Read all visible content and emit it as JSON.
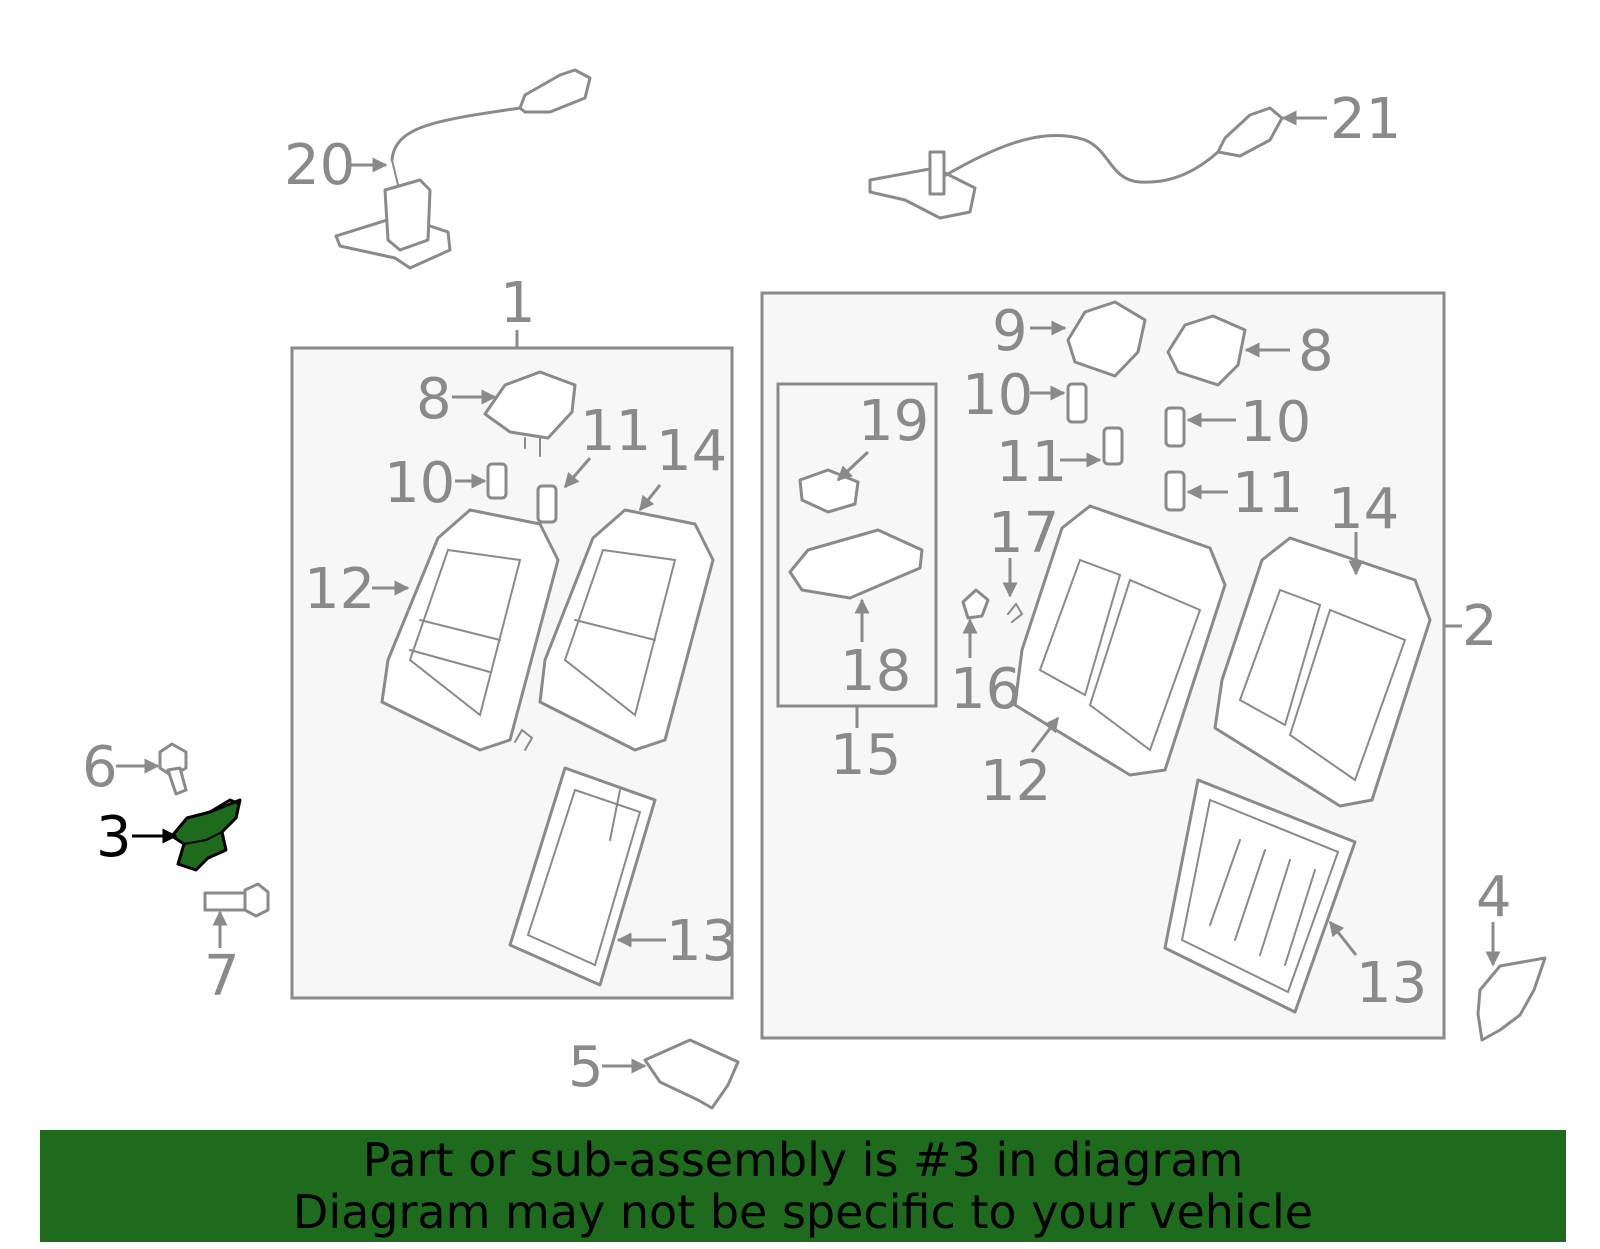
{
  "callouts": {
    "c1": "1",
    "c2": "2",
    "c3": "3",
    "c4": "4",
    "c5": "5",
    "c6": "6",
    "c7": "7",
    "c8a": "8",
    "c8b": "8",
    "c9": "9",
    "c10a": "10",
    "c10b": "10",
    "c10c": "10",
    "c11a": "11",
    "c11b": "11",
    "c11c": "11",
    "c12a": "12",
    "c12b": "12",
    "c13a": "13",
    "c13b": "13",
    "c14a": "14",
    "c14b": "14",
    "c15": "15",
    "c16": "16",
    "c17": "17",
    "c18": "18",
    "c19": "19",
    "c20": "20",
    "c21": "21"
  },
  "highlighted_part": "3",
  "colors": {
    "highlight": "#1e6b1e",
    "banner": "#1e6b1e",
    "line_art": "#8a8a8a"
  },
  "banner": {
    "line1": "Part or sub-assembly is #3 in diagram",
    "line2": "Diagram may not be specific to your vehicle"
  }
}
